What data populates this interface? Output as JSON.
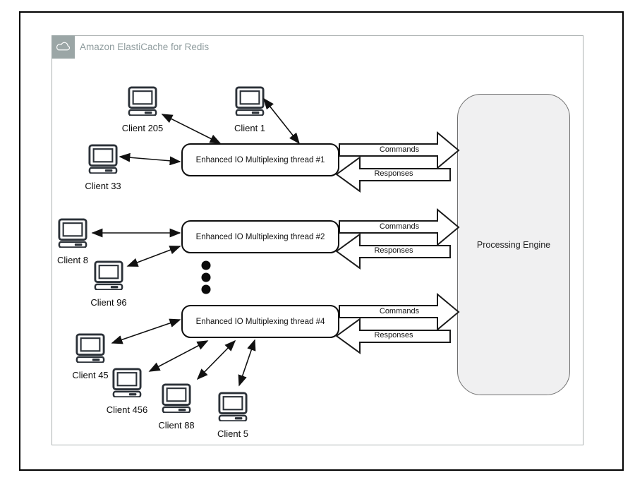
{
  "diagram": {
    "title": "Amazon ElastiCache for Redis",
    "threads": [
      {
        "label": "Enhanced IO Multiplexing thread #1"
      },
      {
        "label": "Enhanced IO Multiplexing thread #2"
      },
      {
        "label": "Enhanced IO Multiplexing thread #4"
      }
    ],
    "clients": [
      {
        "label": "Client 205"
      },
      {
        "label": "Client 1"
      },
      {
        "label": "Client 33"
      },
      {
        "label": "Client 8"
      },
      {
        "label": "Client 96"
      },
      {
        "label": "Client 45"
      },
      {
        "label": "Client 456"
      },
      {
        "label": "Client 88"
      },
      {
        "label": "Client 5"
      }
    ],
    "flow": {
      "commands": "Commands",
      "responses": "Responses"
    },
    "engine": {
      "label": "Processing Engine"
    },
    "icons": {
      "badge": "cloud-icon",
      "client": "computer-icon",
      "ellipsis": "vertical-ellipsis"
    },
    "colors": {
      "frame_border": "#000000",
      "container_border": "#abb1b1",
      "badge_background": "#9ba6a6",
      "title_text": "#8f9c9e",
      "thread_border": "#0e0e0e",
      "engine_fill": "#f0f0f1",
      "engine_border": "#707070",
      "arrow_line": "#111111"
    }
  }
}
